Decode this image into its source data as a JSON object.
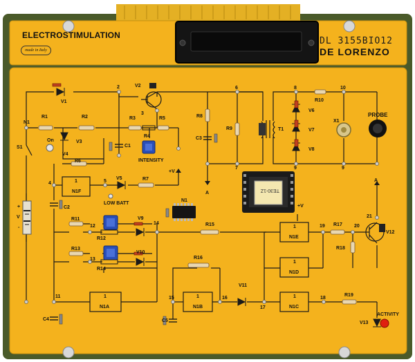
{
  "header": {
    "title": "ELECTROSTIMULATION",
    "badge": "made in Italy",
    "model_code": "DL 3155BIO12",
    "brand": "DE LORENZO"
  },
  "colors": {
    "board": "#f4b21d",
    "frame": "#4a5a2a",
    "trace": "#1a1a1a",
    "pcb_edge": "#d6a21a",
    "display": "#141414",
    "led_red": "#e02010",
    "trimmer": "#2a4fb8"
  },
  "labels": {
    "n1": "N1",
    "n2": "2",
    "n3": "3",
    "n4": "4",
    "n5": "5",
    "n6": "6",
    "n7": "7",
    "n8": "8",
    "n9a": "9",
    "n9b": "9",
    "n10": "10",
    "n11": "11",
    "n12": "12",
    "n13": "13",
    "n14": "14",
    "n15": "15",
    "n16": "16",
    "n17": "17",
    "n18": "18",
    "n19": "19",
    "n20": "20",
    "n21": "21",
    "v1": "V1",
    "v2": "V2",
    "v3": "V3",
    "v4": "V4",
    "v5": "V5",
    "v6": "V6",
    "v7": "V7",
    "v8": "V8",
    "v9": "V9",
    "v10": "V10",
    "v11": "V11",
    "v12": "V12",
    "v13": "V13",
    "r1": "R1",
    "r2": "R2",
    "r3": "R3",
    "r4": "R4",
    "r5": "R5",
    "r6": "R6",
    "r7": "R7",
    "r8": "R8",
    "r9": "R9",
    "r10": "R10",
    "r11": "R11",
    "r12": "R12",
    "r13": "R13",
    "r14": "R14",
    "r15": "R15",
    "r16": "R16",
    "r17": "R17",
    "r18": "R18",
    "r19": "R19",
    "c1": "C1",
    "c2": "C2",
    "c3": "C3",
    "c4": "C4",
    "c5": "C5",
    "s1": "S1",
    "on": "On",
    "t1": "T1",
    "x1": "X1",
    "n1a": "N1A",
    "n1b": "N1B",
    "n1c": "N1C",
    "n1d": "N1D",
    "n1e": "N1E",
    "n1f": "N1F",
    "intensity": "INTENSITY",
    "low_batt": "LOW BATT",
    "probe": "PROBE",
    "activity": "ACTIVITY",
    "plus_v1": "+V",
    "plus_v2": "+V",
    "a1": "A",
    "a2": "A",
    "v_batt": "V",
    "plus": "+",
    "minus": "-",
    "gate": "1"
  }
}
